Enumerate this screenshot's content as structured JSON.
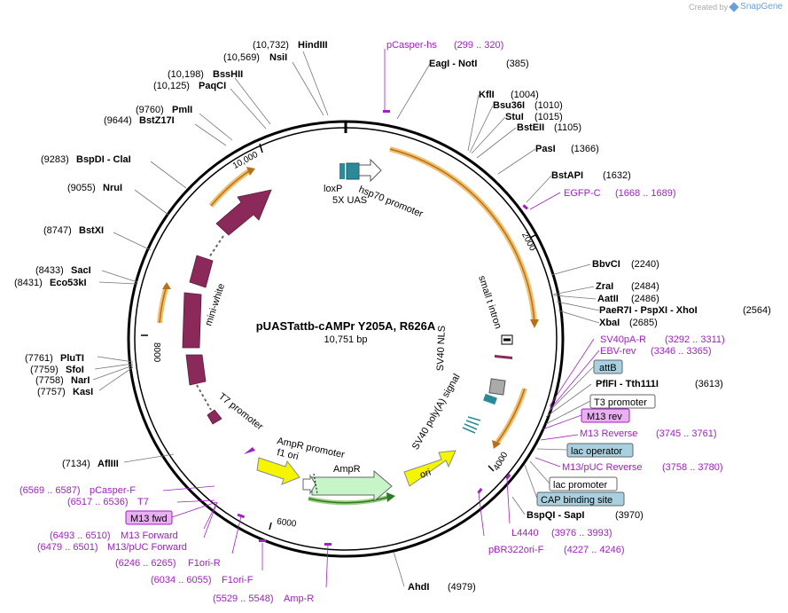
{
  "credit": {
    "prefix": "Created by",
    "brand": "SnapGene"
  },
  "plasmid": {
    "name": "pUASTattb-cAMPr Y205A, R626A",
    "size": "10,751 bp",
    "length": 10751
  },
  "ticks": [
    "10,000",
    "2000",
    "4000",
    "6000",
    "8000"
  ],
  "enzymes": [
    {
      "key": "hindiii",
      "pos": "(10,732)",
      "name": "HindIII"
    },
    {
      "key": "nsii",
      "pos": "(10,569)",
      "name": "NsiI"
    },
    {
      "key": "bsshii",
      "pos": "(10,198)",
      "name": "BssHII"
    },
    {
      "key": "paqci",
      "pos": "(10,125)",
      "name": "PaqCI"
    },
    {
      "key": "pmli",
      "pos": "(9760)",
      "name": "PmlI"
    },
    {
      "key": "bstz17i",
      "pos": "(9644)",
      "name": "BstZ17I"
    },
    {
      "key": "bspdi",
      "pos": "(9283)",
      "name": "BspDI - ClaI"
    },
    {
      "key": "nrui",
      "pos": "(9055)",
      "name": "NruI"
    },
    {
      "key": "bstxi",
      "pos": "(8747)",
      "name": "BstXI"
    },
    {
      "key": "saci",
      "pos": "(8433)",
      "name": "SacI"
    },
    {
      "key": "eco53ki",
      "pos": "(8431)",
      "name": "Eco53kI"
    },
    {
      "key": "plutI",
      "pos": "(7761)",
      "name": "PluTI"
    },
    {
      "key": "sfoi",
      "pos": "(7759)",
      "name": "SfoI"
    },
    {
      "key": "nari",
      "pos": "(7758)",
      "name": "NarI"
    },
    {
      "key": "kasi",
      "pos": "(7757)",
      "name": "KasI"
    },
    {
      "key": "aflIII",
      "pos": "(7134)",
      "name": "AflIII"
    },
    {
      "key": "eagi",
      "pos": "(385)",
      "name": "EagI - NotI"
    },
    {
      "key": "kfli",
      "pos": "(1004)",
      "name": "KflI"
    },
    {
      "key": "bsu36i",
      "pos": "(1010)",
      "name": "Bsu36I"
    },
    {
      "key": "stui",
      "pos": "(1015)",
      "name": "StuI"
    },
    {
      "key": "bsteii",
      "pos": "(1105)",
      "name": "BstEII"
    },
    {
      "key": "pasi",
      "pos": "(1366)",
      "name": "PasI"
    },
    {
      "key": "bstapi",
      "pos": "(1632)",
      "name": "BstAPI"
    },
    {
      "key": "bbvci",
      "pos": "(2240)",
      "name": "BbvCI"
    },
    {
      "key": "zrai",
      "pos": "(2484)",
      "name": "ZraI"
    },
    {
      "key": "aatii",
      "pos": "(2486)",
      "name": "AatII"
    },
    {
      "key": "paer7i",
      "pos": "(2564)",
      "name": "PaeR7I - PspXI - XhoI"
    },
    {
      "key": "xbai",
      "pos": "(2685)",
      "name": "XbaI"
    },
    {
      "key": "pflfi",
      "pos": "(3613)",
      "name": "PflFI - Tth111I"
    },
    {
      "key": "bspqi",
      "pos": "(3970)",
      "name": "BspQI - SapI"
    },
    {
      "key": "ahdi",
      "pos": "(4979)",
      "name": "AhdI"
    }
  ],
  "primers": [
    {
      "key": "pcasper-hs",
      "name": "pCasper-hs",
      "range": "(299 .. 320)"
    },
    {
      "key": "egfp-c",
      "name": "EGFP-C",
      "range": "(1668 .. 1689)"
    },
    {
      "key": "sv40pa-r",
      "name": "SV40pA-R",
      "range": "(3292 .. 3311)"
    },
    {
      "key": "ebv-rev",
      "name": "EBV-rev",
      "range": "(3346 .. 3365)"
    },
    {
      "key": "m13-reverse",
      "name": "M13 Reverse",
      "range": "(3745 .. 3761)"
    },
    {
      "key": "m13-puc-reverse",
      "name": "M13/pUC Reverse",
      "range": "(3758 .. 3780)"
    },
    {
      "key": "l4440",
      "name": "L4440",
      "range": "(3976 .. 3993)"
    },
    {
      "key": "pbr322ori-f",
      "name": "pBR322ori-F",
      "range": "(4227 .. 4246)"
    },
    {
      "key": "amp-r",
      "name": "Amp-R",
      "range": "(5529 .. 5548)"
    },
    {
      "key": "f1ori-f",
      "name": "F1ori-F",
      "range": "(6034 .. 6055)"
    },
    {
      "key": "f1ori-r",
      "name": "F1ori-R",
      "range": "(6246 .. 6265)"
    },
    {
      "key": "m13-puc-forward",
      "name": "M13/pUC Forward",
      "range": "(6479 .. 6501)"
    },
    {
      "key": "m13-forward",
      "name": "M13 Forward",
      "range": "(6493 .. 6510)"
    },
    {
      "key": "t7",
      "name": "T7",
      "range": "(6517 .. 6536)"
    },
    {
      "key": "pcasper-f",
      "name": "pCasper-F",
      "range": "(6569 .. 6587)"
    }
  ],
  "boxed_labels": {
    "attb": "attB",
    "t3_promoter": "T3 promoter",
    "m13_rev": "M13 rev",
    "lac_operator": "lac operator",
    "lac_promoter": "lac promoter",
    "cap_site": "CAP binding site",
    "m13_fwd": "M13 fwd"
  },
  "features": {
    "loxp": "loxP",
    "uas": "5X UAS",
    "hsp70": "hsp70 promoter",
    "mini_white": "mini-white",
    "small_t_intron": "small t intron",
    "sv40_nls": "SV40 NLS",
    "sv40_polya": "SV40 poly(A) signal",
    "ori": "ori",
    "ampr": "AmpR",
    "ampr_promoter": "AmpR promoter",
    "f1_ori": "f1 ori",
    "t7_promoter": "T7 promoter"
  },
  "colors": {
    "backbone": "#000000",
    "mini_white": "#8b2a5a",
    "ori": "#f5f500",
    "ampr": "#c8f5c8",
    "primer": "#a020c0",
    "orange_arc": "#e8a020",
    "teal": "#2a8a9a",
    "boxed_teal": "#a8d0e0",
    "boxed_pink": "#e8b0f0"
  }
}
